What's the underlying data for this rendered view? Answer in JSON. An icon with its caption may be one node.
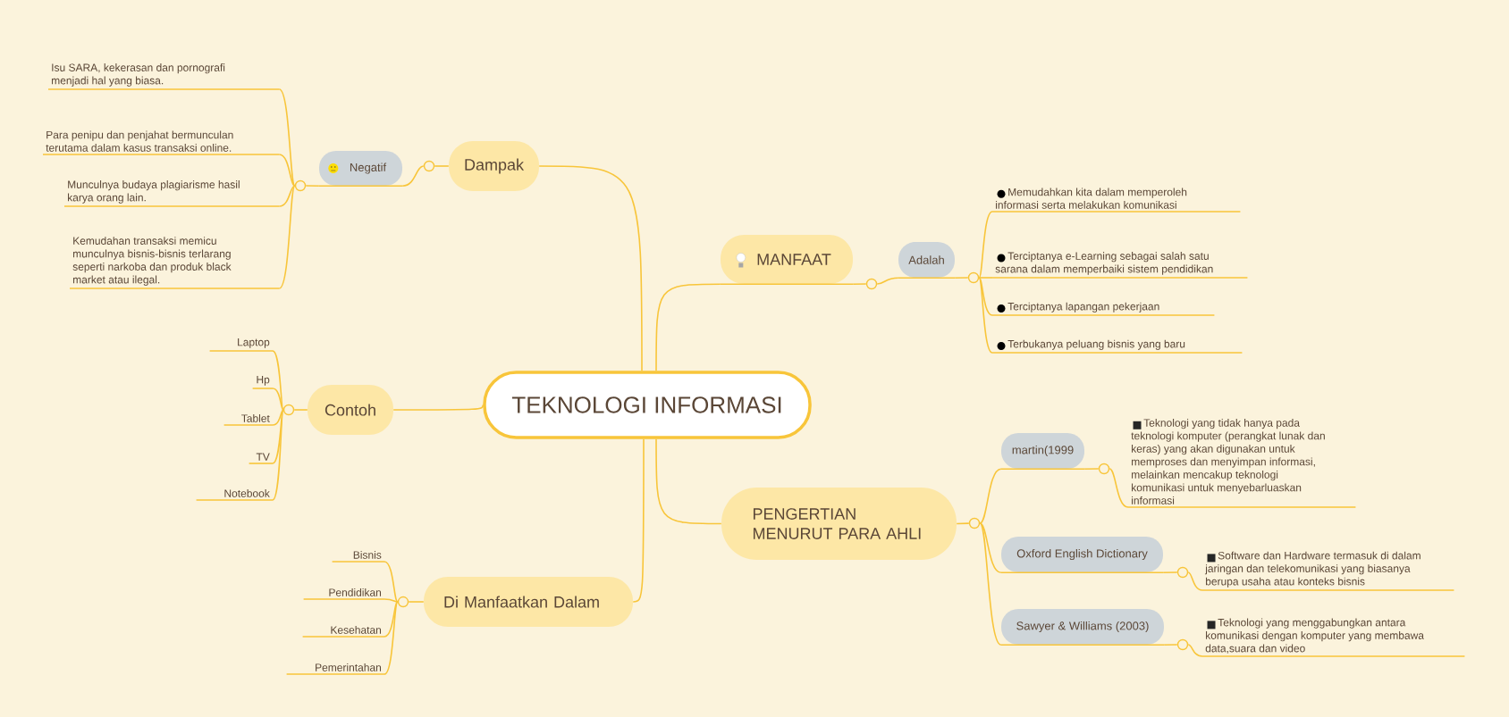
{
  "diagram": {
    "nodes": [
      {
        "text": [
          "TEKNOLOGI INFORMASI"
        ]
      },
      {
        "text": [
          "Dampak"
        ]
      },
      {
        "text": [
          "Negatif"
        ]
      },
      {
        "text": [
          "Isu SARA, kekerasan dan pornografi menjadi hal yang biasa."
        ]
      },
      {
        "text": [
          "Para penipu dan penjahat bermunculan terutama dalam kasus transaksi online."
        ]
      },
      {
        "text": [
          "Munculnya budaya plagiarisme hasil karya orang lain."
        ]
      },
      {
        "text": [
          "Kemudahan transaksi memicu munculnya bisnis-bisnis terlarang seperti narkoba dan produk black market atau ilegal."
        ]
      },
      {
        "text": [
          "MANFAAT"
        ]
      },
      {
        "text": [
          "Adalah"
        ]
      },
      {
        "text": [
          "Memudahkan kita dalam memperoleh informasi serta melakukan komunikasi"
        ]
      },
      {
        "text": [
          "Terciptanya e-Learning sebagai salah satu sarana dalam memperbaiki sistem pendidikan"
        ]
      },
      {
        "text": [
          "Terciptanya lapangan pekerjaan"
        ]
      },
      {
        "text": [
          "Terbukanya peluang bisnis yang baru"
        ]
      },
      {
        "text": [
          "PENGERTIAN MENURUT PARA AHLI"
        ]
      },
      {
        "text": [
          "martin(1999"
        ]
      },
      {
        "text": [
          "Teknologi yang tidak hanya pada teknologi komputer (perangkat lunak dan keras) yang akan digunakan untuk memproses dan menyimpan informasi, melainkan mencakup teknologi komunikasi untuk menyebarluaskan informasi"
        ]
      },
      {
        "text": [
          "Oxford English Dictionary"
        ]
      },
      {
        "text": [
          "Software dan Hardware termasuk di dalam jaringan dan telekomunikasi yang biasanya berupa usaha atau konteks bisnis"
        ]
      },
      {
        "text": [
          "Sawyer & Williams (2003)"
        ]
      },
      {
        "text": [
          "Teknologi yang menggabungkan antara komunikasi dengan komputer yang membawa data,suara dan video"
        ]
      },
      {
        "text": [
          "Contoh"
        ]
      },
      {
        "text": [
          "Laptop"
        ]
      },
      {
        "text": [
          "Hp"
        ]
      },
      {
        "text": [
          "Tablet"
        ]
      },
      {
        "text": [
          "TV"
        ]
      },
      {
        "text": [
          "Notebook"
        ]
      },
      {
        "text": [
          "Di Manfaatkan Dalam"
        ]
      },
      {
        "text": [
          "Bisnis"
        ]
      },
      {
        "text": [
          "Pendidikan"
        ]
      },
      {
        "text": [
          "Kesehatan"
        ]
      },
      {
        "text": [
          "Pemerintahan"
        ]
      },
      {
        "text": [],
        "shape": "circle"
      },
      {
        "text": [],
        "shape": "circle"
      },
      {
        "text": [],
        "shape": "circle"
      },
      {
        "text": [],
        "shape": "circle"
      },
      {
        "text": [],
        "shape": "circle"
      },
      {
        "text": [],
        "shape": "circle"
      },
      {
        "text": [],
        "shape": "circle"
      },
      {
        "text": [],
        "shape": "circle"
      },
      {
        "text": [],
        "shape": "circle"
      },
      {
        "text": [],
        "shape": "circle"
      }
    ],
    "edges": [
      {
        "from": 0,
        "to": 1,
        "arrow": "none"
      },
      {
        "from": 1,
        "to": 31,
        "arrow": "none"
      },
      {
        "from": 31,
        "to": 2,
        "arrow": "none"
      },
      {
        "from": 2,
        "to": 32,
        "arrow": "none"
      },
      {
        "from": 32,
        "to": 3,
        "arrow": "none"
      },
      {
        "from": 32,
        "to": 4,
        "arrow": "none"
      },
      {
        "from": 32,
        "to": 5,
        "arrow": "none"
      },
      {
        "from": 32,
        "to": 6,
        "arrow": "none"
      },
      {
        "from": 0,
        "to": 7,
        "arrow": "none"
      },
      {
        "from": 7,
        "to": 33,
        "arrow": "none"
      },
      {
        "from": 33,
        "to": 8,
        "arrow": "none"
      },
      {
        "from": 8,
        "to": 34,
        "arrow": "none"
      },
      {
        "from": 34,
        "to": 9,
        "arrow": "none"
      },
      {
        "from": 34,
        "to": 10,
        "arrow": "none"
      },
      {
        "from": 34,
        "to": 11,
        "arrow": "none"
      },
      {
        "from": 34,
        "to": 12,
        "arrow": "none"
      },
      {
        "from": 0,
        "to": 13,
        "arrow": "none"
      },
      {
        "from": 13,
        "to": 35,
        "arrow": "none"
      },
      {
        "from": 35,
        "to": 14,
        "arrow": "none"
      },
      {
        "from": 14,
        "to": 36,
        "arrow": "none"
      },
      {
        "from": 36,
        "to": 15,
        "arrow": "none"
      },
      {
        "from": 35,
        "to": 16,
        "arrow": "none"
      },
      {
        "from": 16,
        "to": 37,
        "arrow": "none"
      },
      {
        "from": 37,
        "to": 17,
        "arrow": "none"
      },
      {
        "from": 35,
        "to": 18,
        "arrow": "none"
      },
      {
        "from": 18,
        "to": 38,
        "arrow": "none"
      },
      {
        "from": 38,
        "to": 19,
        "arrow": "none"
      },
      {
        "from": 0,
        "to": 20,
        "arrow": "none"
      },
      {
        "from": 20,
        "to": 39,
        "arrow": "none"
      },
      {
        "from": 39,
        "to": 21,
        "arrow": "none"
      },
      {
        "from": 39,
        "to": 22,
        "arrow": "none"
      },
      {
        "from": 39,
        "to": 23,
        "arrow": "none"
      },
      {
        "from": 39,
        "to": 24,
        "arrow": "none"
      },
      {
        "from": 39,
        "to": 25,
        "arrow": "none"
      },
      {
        "from": 0,
        "to": 26,
        "arrow": "none"
      },
      {
        "from": 26,
        "to": 40,
        "arrow": "none"
      },
      {
        "from": 40,
        "to": 27,
        "arrow": "none"
      },
      {
        "from": 40,
        "to": 28,
        "arrow": "none"
      },
      {
        "from": 40,
        "to": 29,
        "arrow": "none"
      },
      {
        "from": 40,
        "to": 30,
        "arrow": "none"
      }
    ]
  }
}
